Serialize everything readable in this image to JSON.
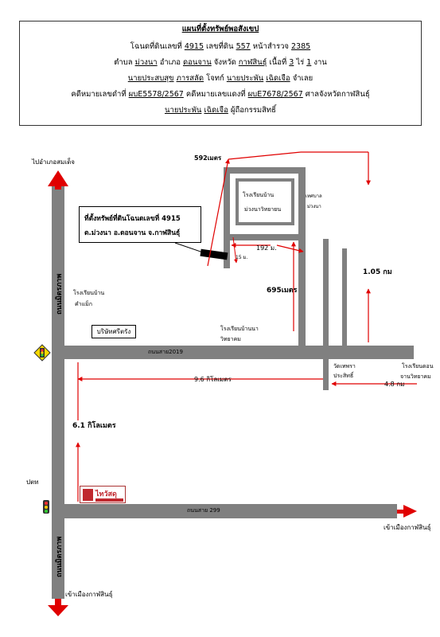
{
  "header": {
    "title": "แผนที่ตั้งทรัพย์พอสังเขป",
    "deed": {
      "lbl1": "โฉนดที่ดินเลขที่",
      "deed_no": "4915",
      "lbl2": "เลขที่ดิน",
      "land_no": "557",
      "lbl3": "หน้าสำรวจ",
      "survey_page": "2385"
    },
    "location": {
      "lbl1": "ตำบล",
      "subdistrict": "ม่วงนา",
      "lbl2": "อำเภอ",
      "district": "ดอนจาน",
      "lbl3": "จังหวัด",
      "province": "กาฬสินธุ์",
      "lbl4": "เนื้อที่",
      "rai": "3",
      "lbl5": "ไร่",
      "ngan": "1",
      "lbl6": "งาน"
    },
    "parties": {
      "plaintiff": "นายประสบสุข",
      "plaintiff_last": "ภารสลัด",
      "lbl1": "โจทก์",
      "defendant": "นายประพัน",
      "defendant_last": "เฉิดเจือ",
      "lbl2": "จำเลย"
    },
    "case": {
      "lbl1": "คดีหมายเลขดำที่",
      "black_no": "ผบE5578/2567",
      "lbl2": "คดีหมายเลขแดงที่",
      "red_no": "ผบE7678/2567",
      "court": "ศาลจังหวัดกาฬสินธุ์"
    },
    "owner": {
      "first": "นายประพัน",
      "last": "เฉิดเจือ",
      "lbl": "ผู้ถือกรรมสิทธิ์"
    }
  },
  "map": {
    "to_somdet": "ไปอำเภอสมเด็จ",
    "dist_592": "592เมตร",
    "school_muangna_name": "โรงเรียนบ้าน",
    "school_muangna_name2": "ม่วงนาวิทยายน",
    "health_station_1": "เทศบาล",
    "health_station_2": "ม่วงนา",
    "callout_line1": "ที่ตั้งทรัพย์ที่ดินโฉนดเลขที่ 4915",
    "callout_line2": "ต.ม่วงนา อ.ดอนจาน  จ.กาฬสินธุ์",
    "dist_15": "15 ม.",
    "dist_192": "192 ม.",
    "dist_105": "1.05 กม",
    "dist_695": "695เมตร",
    "highway_left_top": "ถนนมิตรภาพ",
    "school_kham_1": "โรงเรียนบ้าน",
    "school_kham_2": "คำแม็ก",
    "company": "บริษัทศรีตรัง",
    "school_mn_1": "โรงเรียนบ้านนา",
    "school_mn_2": "วิทยาคม",
    "road_2019": "ถนนสาย2019",
    "wat_1": "วัดเทพรา",
    "wat_2": "ประสิทธิ์",
    "school_don_1": "โรงเรียนดอน",
    "school_don_2": "จานวิทยาคม",
    "dist_96": "9.6 กิโลเมตร",
    "dist_48": "4.8 กม",
    "dist_61": "6.1 กิโลเมตร",
    "ptt": "ปตท",
    "logo_name": "ไทวัสดุ",
    "road_299": "ถนนสาย 299",
    "to_kalasin_right": "เข้าเมืองกาฬสินธุ์",
    "highway_left_bottom": "ถนนมิตรภาพ",
    "to_kalasin_bottom": "เข้าเมืองกาฬสินธุ์",
    "colors": {
      "road": "#808080",
      "arrow": "#e00000",
      "logo": "#c0282e"
    }
  }
}
